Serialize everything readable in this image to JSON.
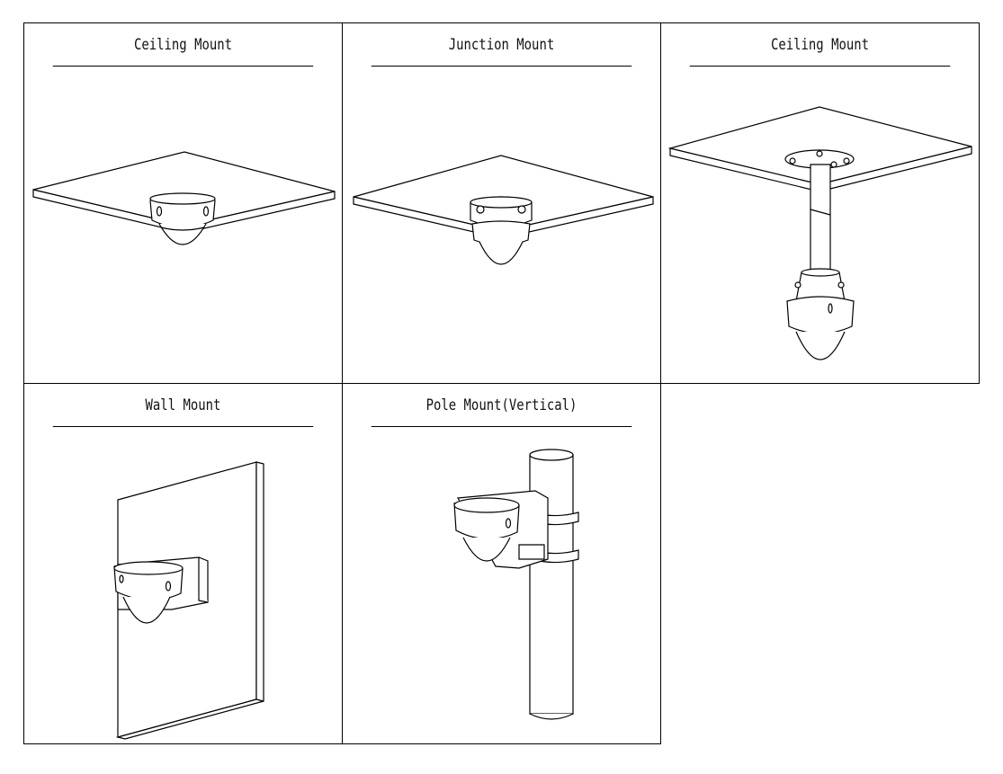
{
  "mounts": [
    {
      "label": "Ceiling Mount"
    },
    {
      "label": "Junction Mount"
    },
    {
      "label": "Ceiling Mount"
    },
    {
      "label": "Wall Mount"
    },
    {
      "label": "Pole Mount(Vertical)"
    }
  ],
  "line_color": "#000000",
  "background": "#ffffff",
  "icons": [
    "dome-camera-icon",
    "ceiling-plate-icon",
    "wall-plate-icon",
    "pole-icon",
    "bracket-icon"
  ]
}
